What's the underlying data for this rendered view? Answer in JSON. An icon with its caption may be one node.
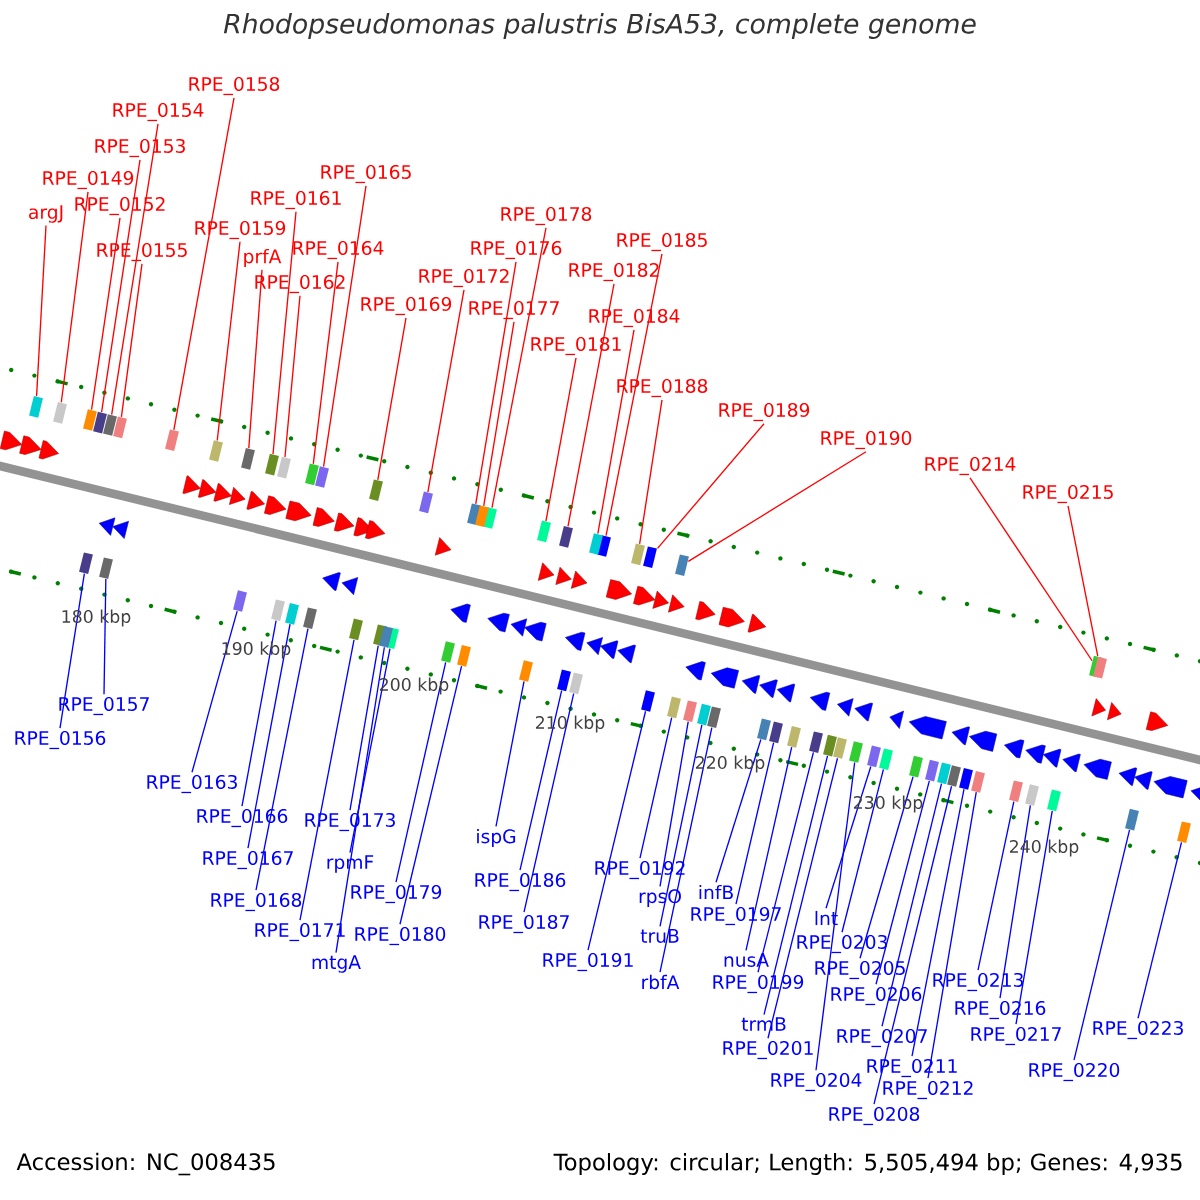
{
  "diagram": {
    "title": "Rhodopseudomonas palustris BisA53, complete genome",
    "nodes": [
      {
        "text": [
          "RPE_0158"
        ]
      },
      {
        "text": [
          "RPE_0154"
        ]
      },
      {
        "text": [
          "RPE_0153"
        ]
      },
      {
        "text": [
          "RPE_0165"
        ]
      },
      {
        "text": [
          "RPE_0149"
        ]
      },
      {
        "text": [
          "RPE_0161"
        ]
      },
      {
        "text": [
          "RPE_0152"
        ]
      },
      {
        "text": [
          "argJ"
        ]
      },
      {
        "text": [
          "RPE_0178"
        ]
      },
      {
        "text": [
          "RPE_0159"
        ]
      },
      {
        "text": [
          "RPE_0185"
        ]
      },
      {
        "text": [
          "RPE_0176"
        ]
      },
      {
        "text": [
          "RPE_0164"
        ]
      },
      {
        "text": [
          "RPE_0155"
        ]
      },
      {
        "text": [
          "prfA"
        ]
      },
      {
        "text": [
          "RPE_0182"
        ]
      },
      {
        "text": [
          "RPE_0172"
        ]
      },
      {
        "text": [
          "RPE_0162"
        ]
      },
      {
        "text": [
          "RPE_0169"
        ]
      },
      {
        "text": [
          "RPE_0177"
        ]
      },
      {
        "text": [
          "RPE_0184"
        ]
      },
      {
        "text": [
          "RPE_0181"
        ]
      },
      {
        "text": [
          "RPE_0188"
        ]
      },
      {
        "text": [
          "RPE_0189"
        ]
      },
      {
        "text": [
          "RPE_0190"
        ]
      },
      {
        "text": [
          "RPE_0214"
        ]
      },
      {
        "text": [
          "RPE_0215"
        ]
      },
      {
        "text": [
          "RPE_0157"
        ]
      },
      {
        "text": [
          "RPE_0156"
        ]
      },
      {
        "text": [
          "RPE_0163"
        ]
      },
      {
        "text": [
          "RPE_0166"
        ]
      },
      {
        "text": [
          "RPE_0173"
        ]
      },
      {
        "text": [
          "ispG"
        ]
      },
      {
        "text": [
          "RPE_0167"
        ]
      },
      {
        "text": [
          "rpmF"
        ]
      },
      {
        "text": [
          "RPE_0192"
        ]
      },
      {
        "text": [
          "RPE_0186"
        ]
      },
      {
        "text": [
          "infB"
        ]
      },
      {
        "text": [
          "RPE_0179"
        ]
      },
      {
        "text": [
          "rpsO"
        ]
      },
      {
        "text": [
          "RPE_0168"
        ]
      },
      {
        "text": [
          "RPE_0197"
        ]
      },
      {
        "text": [
          "lnt"
        ]
      },
      {
        "text": [
          "RPE_0187"
        ]
      },
      {
        "text": [
          "RPE_0171"
        ]
      },
      {
        "text": [
          "RPE_0180"
        ]
      },
      {
        "text": [
          "truB"
        ]
      },
      {
        "text": [
          "RPE_0203"
        ]
      },
      {
        "text": [
          "nusA"
        ]
      },
      {
        "text": [
          "RPE_0191"
        ]
      },
      {
        "text": [
          "mtgA"
        ]
      },
      {
        "text": [
          "RPE_0205"
        ]
      },
      {
        "text": [
          "RPE_0213"
        ]
      },
      {
        "text": [
          "rbfA"
        ]
      },
      {
        "text": [
          "RPE_0199"
        ]
      },
      {
        "text": [
          "RPE_0206"
        ]
      },
      {
        "text": [
          "RPE_0216"
        ]
      },
      {
        "text": [
          "trmB"
        ]
      },
      {
        "text": [
          "RPE_0223"
        ]
      },
      {
        "text": [
          "RPE_0207"
        ]
      },
      {
        "text": [
          "RPE_0217"
        ]
      },
      {
        "text": [
          "RPE_0201"
        ]
      },
      {
        "text": [
          "RPE_0211"
        ]
      },
      {
        "text": [
          "RPE_0220"
        ]
      },
      {
        "text": [
          "RPE_0204"
        ]
      },
      {
        "text": [
          "RPE_0212"
        ]
      },
      {
        "text": [
          "RPE_0208"
        ]
      },
      {
        "text": [],
        "shape": "box"
      },
      {
        "text": [],
        "shape": "box"
      },
      {
        "text": [],
        "shape": "box"
      },
      {
        "text": [],
        "shape": "box"
      },
      {
        "text": [],
        "shape": "box"
      },
      {
        "text": [],
        "shape": "box"
      },
      {
        "text": [],
        "shape": "box"
      },
      {
        "text": [],
        "shape": "box"
      },
      {
        "text": [],
        "shape": "box"
      },
      {
        "text": [],
        "shape": "box"
      },
      {
        "text": [],
        "shape": "box"
      },
      {
        "text": [],
        "shape": "box"
      },
      {
        "text": [],
        "shape": "box"
      },
      {
        "text": [],
        "shape": "box"
      },
      {
        "text": [],
        "shape": "box"
      },
      {
        "text": [],
        "shape": "box"
      },
      {
        "text": [],
        "shape": "box"
      },
      {
        "text": [],
        "shape": "box"
      },
      {
        "text": [],
        "shape": "box"
      },
      {
        "text": [],
        "shape": "box"
      },
      {
        "text": [],
        "shape": "box"
      },
      {
        "text": [],
        "shape": "box"
      },
      {
        "text": [],
        "shape": "box"
      },
      {
        "text": [],
        "shape": "box"
      },
      {
        "text": [],
        "shape": "box"
      },
      {
        "text": [],
        "shape": "box"
      },
      {
        "text": [],
        "shape": "box"
      },
      {
        "text": [],
        "shape": "box"
      },
      {
        "text": [],
        "shape": "box"
      },
      {
        "text": [],
        "shape": "box"
      },
      {
        "text": [],
        "shape": "box"
      },
      {
        "text": [],
        "shape": "box"
      },
      {
        "text": [],
        "shape": "box"
      },
      {
        "text": [],
        "shape": "box"
      },
      {
        "text": [],
        "shape": "box"
      },
      {
        "text": [],
        "shape": "box"
      },
      {
        "text": [],
        "shape": "box"
      },
      {
        "text": [],
        "shape": "box"
      },
      {
        "text": [],
        "shape": "box"
      },
      {
        "text": [],
        "shape": "box"
      },
      {
        "text": [],
        "shape": "box"
      },
      {
        "text": [],
        "shape": "box"
      },
      {
        "text": [],
        "shape": "box"
      },
      {
        "text": [],
        "shape": "box"
      },
      {
        "text": [],
        "shape": "box"
      },
      {
        "text": [],
        "shape": "box"
      },
      {
        "text": [],
        "shape": "box"
      },
      {
        "text": [],
        "shape": "box"
      },
      {
        "text": [],
        "shape": "box"
      },
      {
        "text": [],
        "shape": "box"
      },
      {
        "text": [],
        "shape": "box"
      },
      {
        "text": [],
        "shape": "box"
      },
      {
        "text": [],
        "shape": "box"
      },
      {
        "text": [],
        "shape": "box"
      },
      {
        "text": [],
        "shape": "box"
      },
      {
        "text": [],
        "shape": "box"
      },
      {
        "text": [],
        "shape": "box"
      },
      {
        "text": [],
        "shape": "box"
      },
      {
        "text": [],
        "shape": "box"
      },
      {
        "text": [],
        "shape": "box"
      },
      {
        "text": [],
        "shape": "box"
      },
      {
        "text": [],
        "shape": "box"
      },
      {
        "text": [],
        "shape": "box"
      },
      {
        "text": [],
        "shape": "box"
      },
      {
        "text": [],
        "shape": "box"
      },
      {
        "text": [],
        "shape": "box"
      },
      {
        "text": [],
        "shape": "box"
      }
    ],
    "edges": [
      {
        "from": 0,
        "to": 67,
        "arrow": "none",
        "color": "#ff0000"
      },
      {
        "from": 1,
        "to": 68,
        "arrow": "none",
        "color": "#ff0000"
      },
      {
        "from": 2,
        "to": 69,
        "arrow": "none",
        "color": "#ff0000"
      },
      {
        "from": 3,
        "to": 70,
        "arrow": "none",
        "color": "#ff0000"
      },
      {
        "from": 4,
        "to": 71,
        "arrow": "none",
        "color": "#ff0000"
      },
      {
        "from": 5,
        "to": 72,
        "arrow": "none",
        "color": "#ff0000"
      },
      {
        "from": 6,
        "to": 73,
        "arrow": "none",
        "color": "#ff0000"
      },
      {
        "from": 7,
        "to": 74,
        "arrow": "none",
        "color": "#ff0000"
      },
      {
        "from": 8,
        "to": 75,
        "arrow": "none",
        "color": "#ff0000"
      },
      {
        "from": 9,
        "to": 76,
        "arrow": "none",
        "color": "#ff0000"
      },
      {
        "from": 10,
        "to": 77,
        "arrow": "none",
        "color": "#ff0000"
      },
      {
        "from": 11,
        "to": 78,
        "arrow": "none",
        "color": "#ff0000"
      },
      {
        "from": 12,
        "to": 79,
        "arrow": "none",
        "color": "#ff0000"
      },
      {
        "from": 13,
        "to": 80,
        "arrow": "none",
        "color": "#ff0000"
      },
      {
        "from": 14,
        "to": 81,
        "arrow": "none",
        "color": "#ff0000"
      },
      {
        "from": 15,
        "to": 82,
        "arrow": "none",
        "color": "#ff0000"
      },
      {
        "from": 16,
        "to": 83,
        "arrow": "none",
        "color": "#ff0000"
      },
      {
        "from": 17,
        "to": 84,
        "arrow": "none",
        "color": "#ff0000"
      },
      {
        "from": 18,
        "to": 85,
        "arrow": "none",
        "color": "#ff0000"
      },
      {
        "from": 19,
        "to": 86,
        "arrow": "none",
        "color": "#ff0000"
      },
      {
        "from": 20,
        "to": 87,
        "arrow": "none",
        "color": "#ff0000"
      },
      {
        "from": 21,
        "to": 88,
        "arrow": "none",
        "color": "#ff0000"
      },
      {
        "from": 22,
        "to": 89,
        "arrow": "none",
        "color": "#ff0000"
      },
      {
        "from": 23,
        "to": 90,
        "arrow": "none",
        "color": "#ff0000"
      },
      {
        "from": 24,
        "to": 91,
        "arrow": "none",
        "color": "#ff0000"
      },
      {
        "from": 25,
        "to": 92,
        "arrow": "none",
        "color": "#ff0000"
      },
      {
        "from": 26,
        "to": 93,
        "arrow": "none",
        "color": "#ff0000"
      },
      {
        "from": 27,
        "to": 94,
        "arrow": "none"
      },
      {
        "from": 28,
        "to": 95,
        "arrow": "none"
      },
      {
        "from": 29,
        "to": 96,
        "arrow": "none"
      },
      {
        "from": 30,
        "to": 97,
        "arrow": "none"
      },
      {
        "from": 31,
        "to": 98,
        "arrow": "none"
      },
      {
        "from": 32,
        "to": 99,
        "arrow": "none"
      },
      {
        "from": 33,
        "to": 100,
        "arrow": "none"
      },
      {
        "from": 34,
        "to": 101,
        "arrow": "none"
      },
      {
        "from": 35,
        "to": 102,
        "arrow": "none"
      },
      {
        "from": 36,
        "to": 103,
        "arrow": "none"
      },
      {
        "from": 37,
        "to": 104,
        "arrow": "none"
      },
      {
        "from": 38,
        "to": 105,
        "arrow": "none"
      },
      {
        "from": 39,
        "to": 106,
        "arrow": "none"
      },
      {
        "from": 40,
        "to": 107,
        "arrow": "none"
      },
      {
        "from": 41,
        "to": 108,
        "arrow": "none"
      },
      {
        "from": 42,
        "to": 109,
        "arrow": "none"
      },
      {
        "from": 43,
        "to": 110,
        "arrow": "none"
      },
      {
        "from": 44,
        "to": 111,
        "arrow": "none"
      },
      {
        "from": 45,
        "to": 112,
        "arrow": "none"
      },
      {
        "from": 46,
        "to": 113,
        "arrow": "none"
      },
      {
        "from": 47,
        "to": 114,
        "arrow": "none"
      },
      {
        "from": 48,
        "to": 115,
        "arrow": "none"
      },
      {
        "from": 49,
        "to": 116,
        "arrow": "none"
      },
      {
        "from": 50,
        "to": 117,
        "arrow": "none"
      },
      {
        "from": 51,
        "to": 118,
        "arrow": "none"
      },
      {
        "from": 52,
        "to": 119,
        "arrow": "none"
      },
      {
        "from": 53,
        "to": 120,
        "arrow": "none"
      },
      {
        "from": 54,
        "to": 121,
        "arrow": "none"
      },
      {
        "from": 55,
        "to": 122,
        "arrow": "none"
      },
      {
        "from": 56,
        "to": 123,
        "arrow": "none"
      },
      {
        "from": 57,
        "to": 124,
        "arrow": "none"
      },
      {
        "from": 58,
        "to": 125,
        "arrow": "none"
      },
      {
        "from": 59,
        "to": 126,
        "arrow": "none"
      },
      {
        "from": 60,
        "to": 127,
        "arrow": "none"
      },
      {
        "from": 61,
        "to": 128,
        "arrow": "none"
      },
      {
        "from": 62,
        "to": 129,
        "arrow": "none"
      },
      {
        "from": 63,
        "to": 130,
        "arrow": "none"
      },
      {
        "from": 64,
        "to": 131,
        "arrow": "none"
      },
      {
        "from": 65,
        "to": 132,
        "arrow": "none"
      },
      {
        "from": 66,
        "to": 133,
        "arrow": "none"
      }
    ],
    "labels": [
      "180 kbp",
      "190 kbp",
      "200 kbp",
      "210 kbp",
      "220 kbp",
      "230 kbp",
      "240 kbp",
      "Accession: NC_008435",
      "Topology: circular; Length: 5,505,494 bp; Genes: 4,935"
    ]
  }
}
